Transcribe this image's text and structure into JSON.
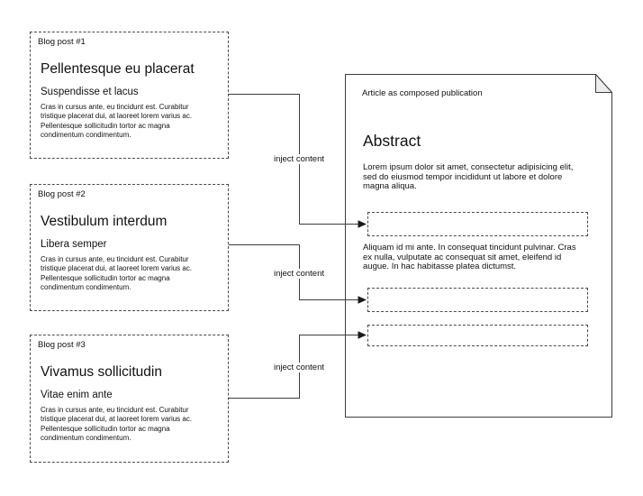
{
  "diagram": {
    "blog_posts": [
      {
        "label": "Blog post #1",
        "title": "Pellentesque eu placerat",
        "subtitle": "Suspendisse et lacus",
        "body": "Cras in cursus ante, eu tincidunt est. Curabitur\ntristique placerat dui, at laoreet lorem varius ac.\nPellentesque sollicitudin tortor ac magna\ncondimentum condimentum."
      },
      {
        "label": "Blog post #2",
        "title": "Vestibulum interdum",
        "subtitle": "Libera semper",
        "body": "Cras in cursus ante, eu tincidunt est. Curabitur\ntristique placerat dui, at laoreet lorem varius ac.\nPellentesque sollicitudin tortor ac magna\ncondimentum condimentum."
      },
      {
        "label": "Blog post #3",
        "title": "Vivamus sollicitudin",
        "subtitle": "Vitae enim ante",
        "body": "Cras in cursus ante, eu tincidunt est. Curabitur\ntristique placerat dui, at laoreet lorem varius ac.\nPellentesque sollicitudin tortor ac magna\ncondimentum condimentum."
      }
    ],
    "connector_label": "inject content",
    "document": {
      "header": "Article as composed publication",
      "heading": "Abstract",
      "paragraph_1": "Lorem ipsum dolor sit amet, consectetur adipisicing elit,\nsed do eiusmod tempor incididunt ut labore et dolore\nmagna aliqua.",
      "paragraph_2": "Aliquam id mi ante. In consequat tincidunt pulvinar. Cras\nex nulla, vulputate ac consequat sit amet, eleifend id\naugue. In hac habitasse platea dictumst."
    },
    "colors": {
      "background": "#ffffff",
      "text": "#111111",
      "line": "#3d3d3d",
      "fold_fill": "#ededed"
    }
  }
}
